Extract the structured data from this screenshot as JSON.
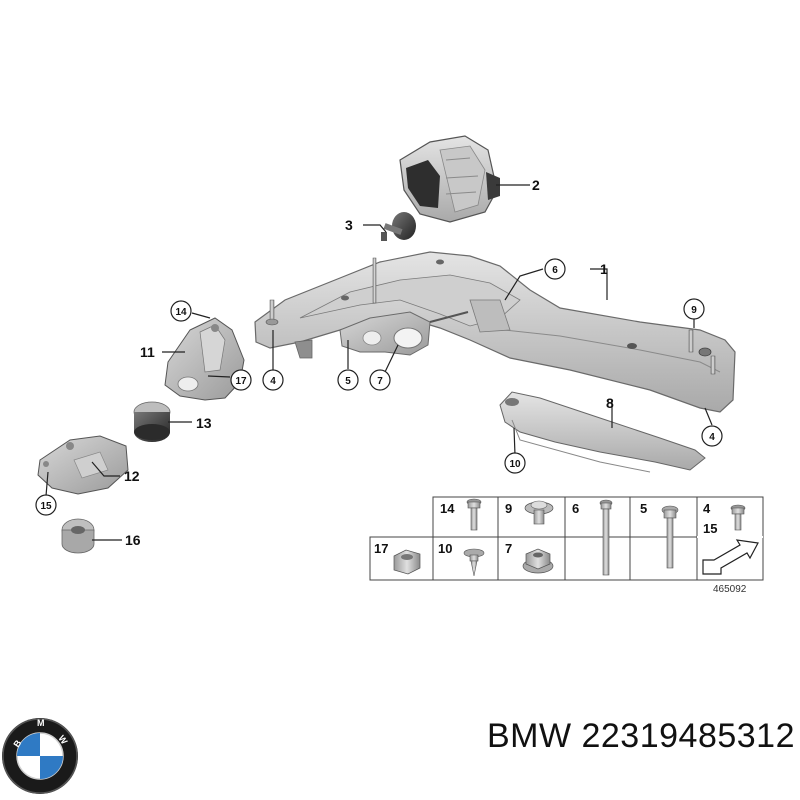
{
  "callouts": {
    "c1": "1",
    "c2": "2",
    "c3": "3",
    "c4a": "4",
    "c4b": "4",
    "c5": "5",
    "c6": "6",
    "c7": "7",
    "c8": "8",
    "c9": "9",
    "c10": "10",
    "c11": "11",
    "c12": "12",
    "c13": "13",
    "c14": "14",
    "c15": "15",
    "c16": "16",
    "c17": "17"
  },
  "hardware_table": {
    "top_row": [
      "14",
      "9",
      "6",
      "5",
      "4"
    ],
    "top_row_extra": "15",
    "bottom_row": [
      "17",
      "10",
      "7"
    ]
  },
  "diagram_number": "465092",
  "brand": "BMW",
  "part_number": "22319485312",
  "logo": {
    "icon": "bmw-roundel-icon",
    "letters": "BMW",
    "colors": {
      "blue": "#2f7ac4",
      "ring": "#1a1a1a"
    }
  }
}
